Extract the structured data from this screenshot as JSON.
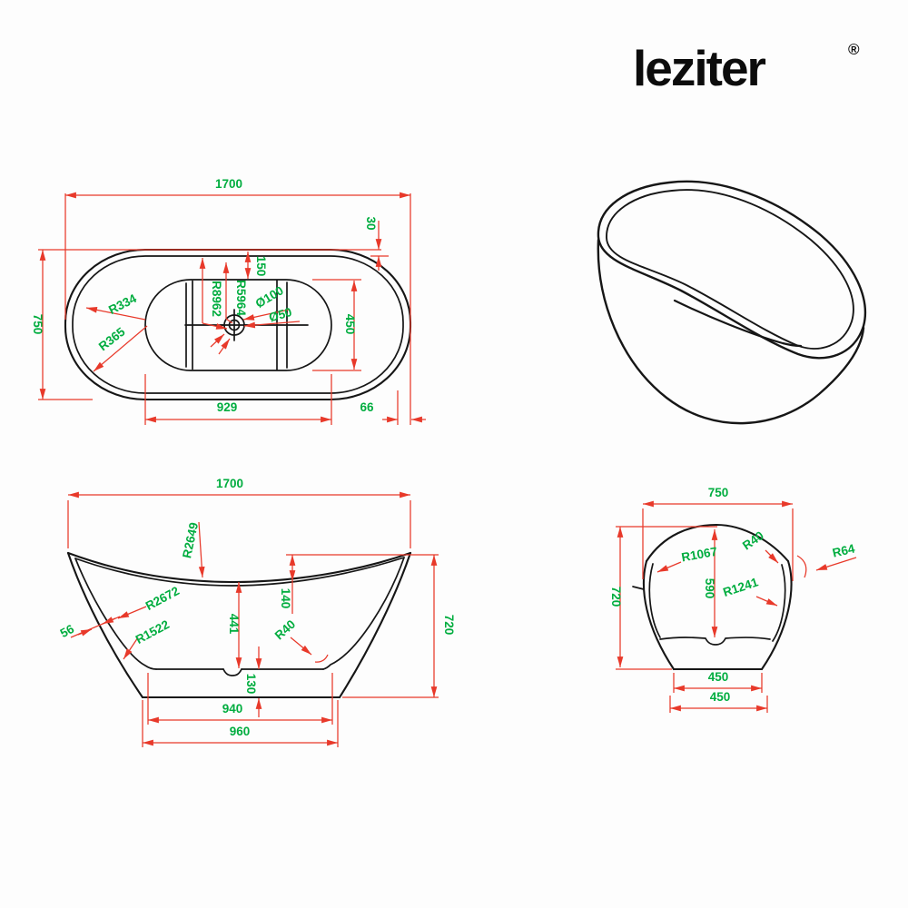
{
  "brand": {
    "name": "leziter",
    "registered": "®"
  },
  "colors": {
    "dimension_line": "#e8392a",
    "dimension_label": "#00ad3f",
    "drawing_line": "#161616",
    "background": "#ffffff"
  },
  "top": {
    "d1700": "1700",
    "d750": "750",
    "d30": "30",
    "d150": "150",
    "d450": "450",
    "d929": "929",
    "d66": "66",
    "r334": "R334",
    "r365": "R365",
    "r8962": "R8962",
    "r5964": "R5964",
    "d100": "Ø100",
    "d50": "Ø50"
  },
  "side": {
    "d1700": "1700",
    "d720": "720",
    "d140": "140",
    "d441": "441",
    "d130": "130",
    "d940": "940",
    "d960": "960",
    "d56": "56",
    "r2649": "R2649",
    "r2672": "R2672",
    "r1522": "R1522",
    "r40": "R40"
  },
  "end": {
    "d750": "750",
    "d720": "720",
    "d590": "590",
    "d450_base": "450",
    "d450_floor": "450",
    "r1067": "R1067",
    "r40": "R40",
    "r64": "R64",
    "r1241": "R1241"
  }
}
